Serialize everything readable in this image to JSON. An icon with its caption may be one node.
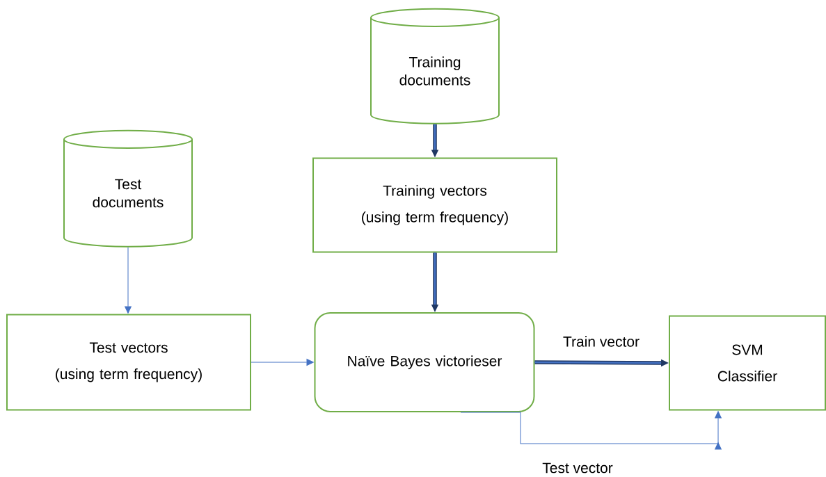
{
  "diagram": {
    "nodes": [
      {
        "text": [
          "Training documents"
        ]
      },
      {
        "text": [
          "Training vectors",
          "(using term frequency)"
        ]
      },
      {
        "text": [
          "Test documents"
        ]
      },
      {
        "text": [
          "Test vectors",
          "(using term frequency)"
        ]
      },
      {
        "text": [
          "Naïve Bayes victorieser"
        ]
      },
      {
        "text": [
          "SVM",
          "Classifier"
        ]
      }
    ],
    "edges": [
      {
        "from": 0,
        "to": 1,
        "arrow": "to",
        "style": "thick",
        "color": "#203864"
      },
      {
        "from": 1,
        "to": 4,
        "arrow": "to",
        "style": "thick",
        "color": "#203864"
      },
      {
        "from": 2,
        "to": 3,
        "arrow": "to",
        "color": "#4472c4"
      },
      {
        "from": 3,
        "to": 4,
        "arrow": "to",
        "color": "#4472c4"
      },
      {
        "from": 4,
        "to": 5,
        "arrow": "to",
        "label": "Train vector",
        "style": "thick",
        "color": "#203864"
      },
      {
        "from": 4,
        "to": 5,
        "arrow": "to",
        "label": "Test vector",
        "color": "#4472c4"
      }
    ]
  }
}
